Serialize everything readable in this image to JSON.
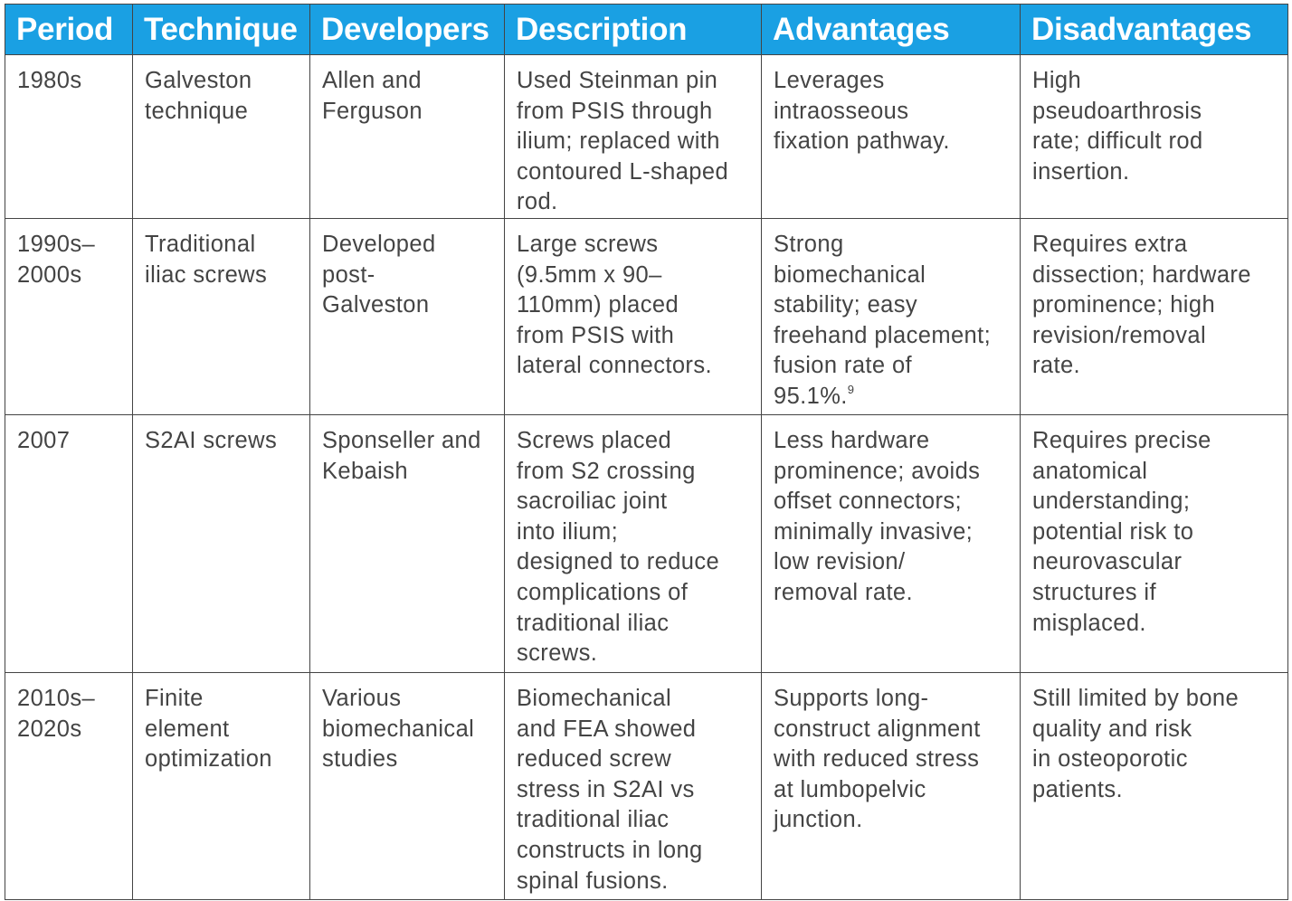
{
  "table": {
    "headers": [
      "Period",
      "Technique",
      "Developers",
      "Description",
      "Advantages",
      "Disadvantages"
    ],
    "rows": [
      {
        "period": [
          "1980s"
        ],
        "technique": [
          "Galveston",
          "technique"
        ],
        "developers": [
          "Allen and",
          "Ferguson"
        ],
        "description": [
          "Used Steinman pin",
          "from PSIS through",
          "ilium; replaced with",
          "contoured L-shaped",
          "rod."
        ],
        "advantages": [
          "Leverages",
          "intraosseous",
          "fixation pathway."
        ],
        "disadvantages": [
          "High",
          "pseudoarthrosis",
          "rate; difficult rod",
          "insertion."
        ]
      },
      {
        "period": [
          "1990s–",
          "2000s"
        ],
        "technique": [
          "Traditional",
          "iliac screws"
        ],
        "developers": [
          "Developed",
          "post-",
          "Galveston"
        ],
        "description": [
          "Large screws",
          "(9.5mm x 90–",
          "110mm) placed",
          "from PSIS with",
          "lateral connectors."
        ],
        "advantages": [
          "Strong",
          "biomechanical",
          "stability; easy",
          "freehand placement;",
          "fusion rate of",
          "95.1%."
        ],
        "advantages_ref": "9",
        "disadvantages": [
          "Requires extra",
          "dissection; hardware",
          "prominence; high",
          "revision/removal",
          "rate."
        ]
      },
      {
        "period": [
          "2007"
        ],
        "technique": [
          "S2AI screws"
        ],
        "developers": [
          "Sponseller and",
          "Kebaish"
        ],
        "description": [
          "Screws placed",
          "from S2 crossing",
          "sacroiliac joint",
          "into ilium;",
          "designed to reduce",
          "complications of",
          "traditional iliac",
          "screws."
        ],
        "advantages": [
          "Less hardware",
          "prominence; avoids",
          "offset connectors;",
          "minimally invasive;",
          "low revision/",
          "removal rate."
        ],
        "disadvantages": [
          "Requires precise",
          "anatomical",
          "understanding;",
          "potential risk to",
          "neurovascular",
          "structures if",
          "misplaced."
        ]
      },
      {
        "period": [
          "2010s–",
          "2020s"
        ],
        "technique": [
          "Finite",
          "element",
          "optimization"
        ],
        "developers": [
          "Various",
          "biomechanical",
          "studies"
        ],
        "description": [
          "Biomechanical",
          "and FEA showed",
          "reduced screw",
          "stress in S2AI vs",
          "traditional iliac",
          "constructs in long",
          "spinal fusions."
        ],
        "advantages": [
          "Supports long-",
          "construct alignment",
          "with reduced stress",
          "at lumbopelvic",
          "junction."
        ],
        "disadvantages": [
          "Still limited by bone",
          "quality and risk",
          "in osteoporotic",
          "patients."
        ]
      }
    ]
  }
}
